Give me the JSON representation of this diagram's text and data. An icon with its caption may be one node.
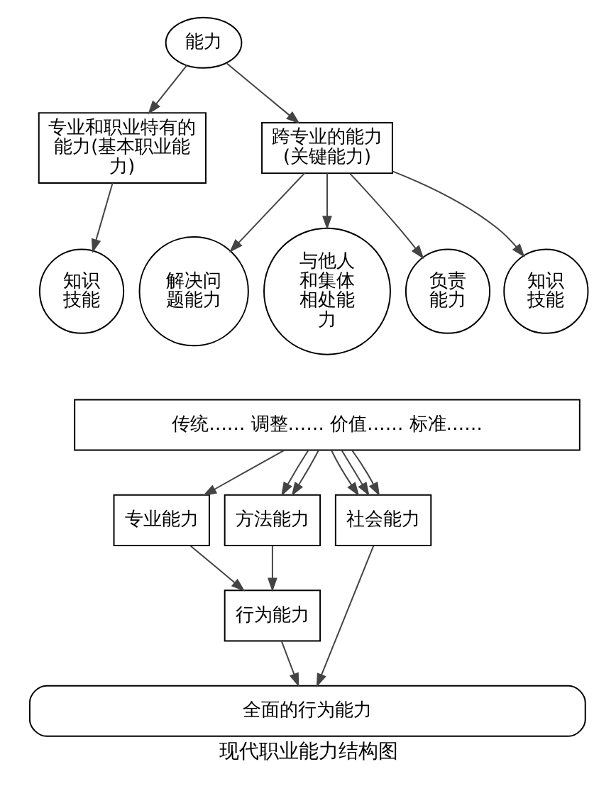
{
  "diagram": {
    "caption": "现代职业能力结构图",
    "nodes": [
      {
        "text": [
          "能力"
        ]
      },
      {
        "text": [
          "专业和职业特有的能力(基本职业能力)"
        ]
      },
      {
        "text": [
          "跨专业的能力(关键能力)"
        ]
      },
      {
        "text": [
          "知识技能"
        ]
      },
      {
        "text": [
          "解决问题能力"
        ]
      },
      {
        "text": [
          "与他人和集体相处能力"
        ]
      },
      {
        "text": [
          "负责能力"
        ]
      },
      {
        "text": [
          "知识技能"
        ]
      },
      {
        "text": [
          "传统…… 调整…… 价值…… 标准……"
        ]
      },
      {
        "text": [
          "专业能力"
        ]
      },
      {
        "text": [
          "方法能力"
        ]
      },
      {
        "text": [
          "行为能力"
        ]
      },
      {
        "text": [
          "社会能力"
        ]
      },
      {
        "text": [
          "全面的行为能力"
        ]
      }
    ],
    "edges": [
      {
        "from": 0,
        "to": 1,
        "arrow": "to"
      },
      {
        "from": 0,
        "to": 2,
        "arrow": "to"
      },
      {
        "from": 1,
        "to": 3,
        "arrow": "to"
      },
      {
        "from": 2,
        "to": 4,
        "arrow": "to"
      },
      {
        "from": 2,
        "to": 5,
        "arrow": "to"
      },
      {
        "from": 2,
        "to": 6,
        "arrow": "to"
      },
      {
        "from": 2,
        "to": 7,
        "arrow": "to"
      },
      {
        "from": 8,
        "to": 9,
        "arrow": "to"
      },
      {
        "from": 8,
        "to": 10,
        "arrow": "to"
      },
      {
        "from": 8,
        "to": 10,
        "arrow": "to"
      },
      {
        "from": 8,
        "to": 12,
        "arrow": "to"
      },
      {
        "from": 8,
        "to": 12,
        "arrow": "to"
      },
      {
        "from": 8,
        "to": 12,
        "arrow": "to"
      },
      {
        "from": 9,
        "to": 11,
        "arrow": "to"
      },
      {
        "from": 10,
        "to": 11,
        "arrow": "to"
      },
      {
        "from": 11,
        "to": 13,
        "arrow": "to"
      },
      {
        "from": 12,
        "to": 13,
        "arrow": "to"
      }
    ]
  }
}
